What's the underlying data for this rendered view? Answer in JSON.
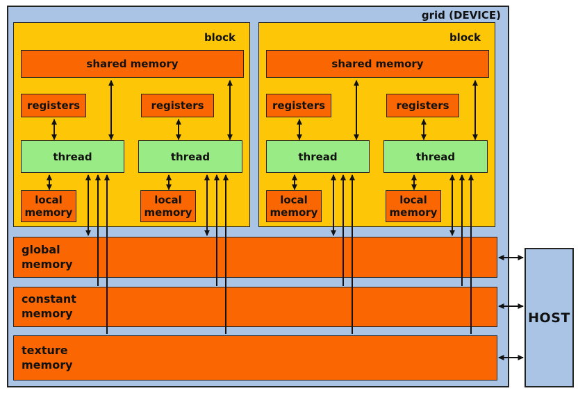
{
  "device": {
    "label": "grid (DEVICE)",
    "blocks": [
      {
        "label": "block",
        "shared_memory": "shared memory",
        "registers": [
          "registers",
          "registers"
        ],
        "threads": [
          "thread",
          "thread"
        ],
        "local_memory": [
          "local memory",
          "local memory"
        ]
      },
      {
        "label": "block",
        "shared_memory": "shared memory",
        "registers": [
          "registers",
          "registers"
        ],
        "threads": [
          "thread",
          "thread"
        ],
        "local_memory": [
          "local memory",
          "local memory"
        ]
      }
    ],
    "memories": [
      {
        "label": "global memory"
      },
      {
        "label": "constant memory"
      },
      {
        "label": "texture memory"
      }
    ]
  },
  "host": {
    "label": "HOST"
  },
  "colors": {
    "device_fill": "#a9c4e4",
    "host_fill": "#a9c4e4",
    "block_fill": "#fdc607",
    "memory_fill": "#fa6702",
    "thread_fill": "#99eb85",
    "border_dark": "#222222",
    "arrow": "#111111",
    "text": "#111111"
  }
}
